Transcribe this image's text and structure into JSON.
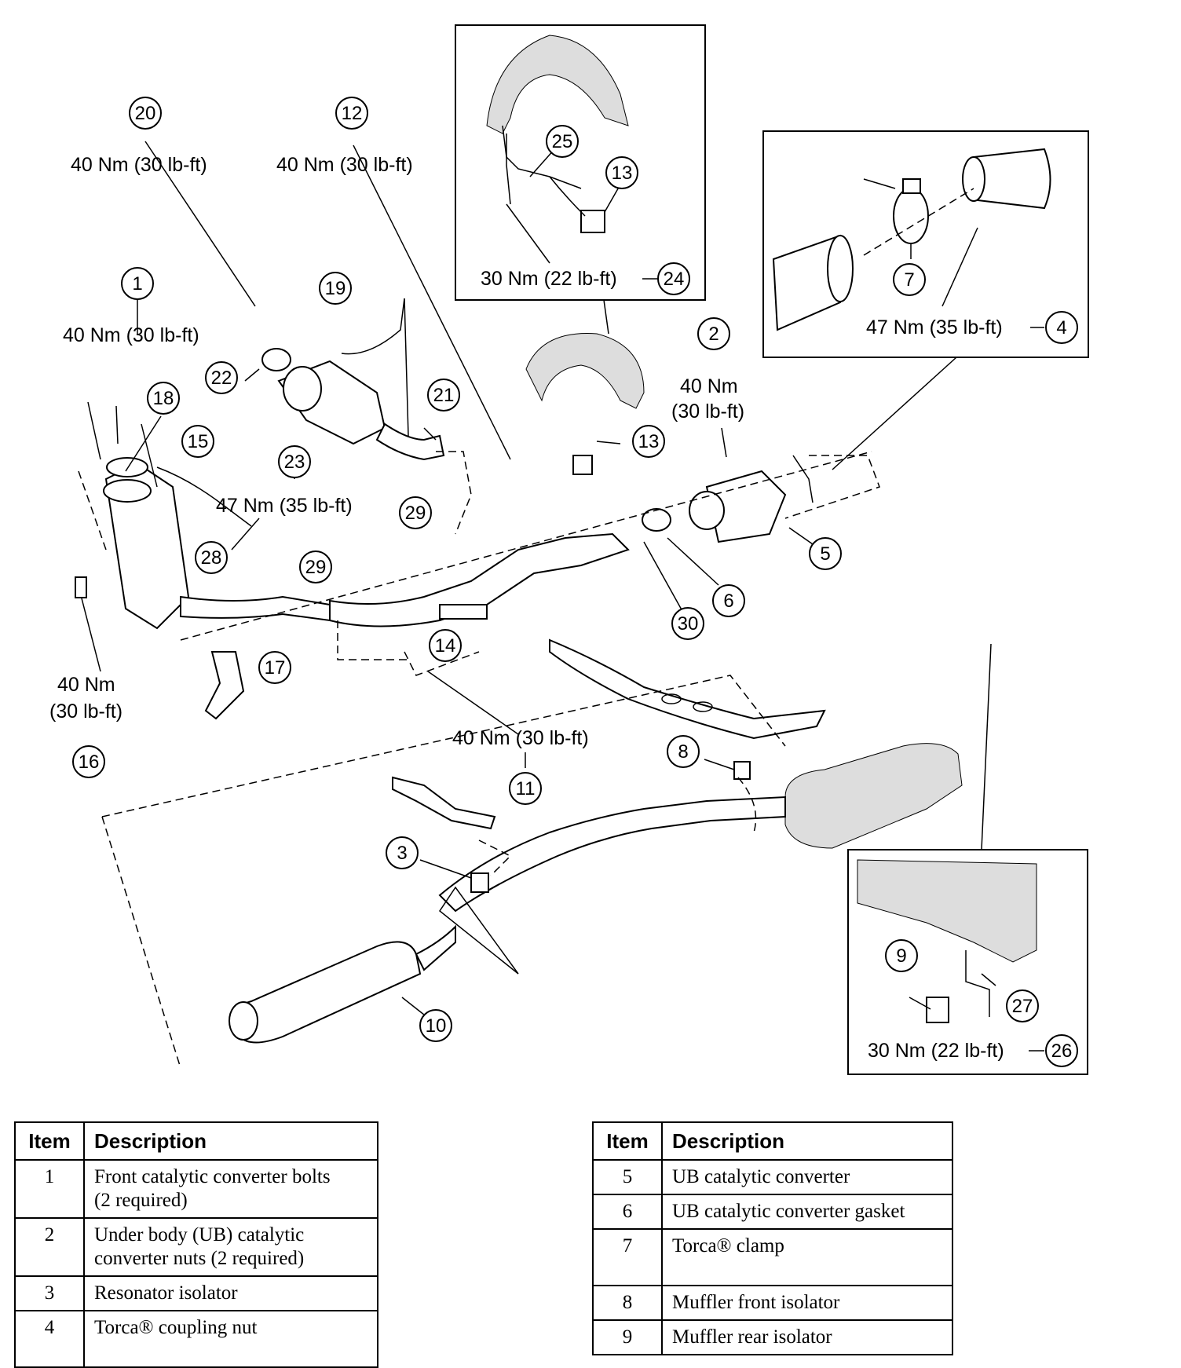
{
  "torque": {
    "t20": "40 Nm (30 lb-ft)",
    "t12": "40 Nm (30 lb-ft)",
    "t1": "40 Nm (30 lb-ft)",
    "t23": "47 Nm (35 lb-ft)",
    "t2a": "40 Nm",
    "t2b": "(30 lb-ft)",
    "t16a": "40 Nm",
    "t16b": "(30 lb-ft)",
    "t11": "40 Nm (30 lb-ft)",
    "t24": "30 Nm (22 lb-ft)",
    "t4": "47 Nm (35 lb-ft)",
    "t26": "30 Nm (22 lb-ft)"
  },
  "callouts": {
    "c1": "1",
    "c2": "2",
    "c3": "3",
    "c4": "4",
    "c5": "5",
    "c6": "6",
    "c7": "7",
    "c8": "8",
    "c9": "9",
    "c10": "10",
    "c11": "11",
    "c12": "12",
    "c13a": "13",
    "c13b": "13",
    "c14": "14",
    "c15": "15",
    "c16": "16",
    "c17": "17",
    "c18": "18",
    "c19": "19",
    "c20": "20",
    "c21": "21",
    "c22": "22",
    "c23": "23",
    "c24": "24",
    "c25": "25",
    "c26": "26",
    "c27": "27",
    "c28": "28",
    "c29a": "29",
    "c29b": "29",
    "c30": "30"
  },
  "legend": {
    "header_item": "Item",
    "header_description": "Description",
    "left_rows": [
      {
        "item": "1",
        "line1": "Front catalytic converter bolts",
        "line2": "(2 required)"
      },
      {
        "item": "2",
        "line1": "Under body (UB) catalytic",
        "line2": "converter nuts (2 required)"
      },
      {
        "item": "3",
        "line1": "Resonator isolator",
        "line2": ""
      },
      {
        "item": "4",
        "line1": "Torca® coupling nut",
        "line2": ""
      }
    ],
    "right_rows": [
      {
        "item": "5",
        "line1": "UB catalytic converter",
        "line2": ""
      },
      {
        "item": "6",
        "line1": "UB catalytic converter gasket",
        "line2": ""
      },
      {
        "item": "7",
        "line1": "Torca® clamp",
        "line2": ""
      },
      {
        "item": "8",
        "line1": "Muffler front isolator",
        "line2": ""
      },
      {
        "item": "9",
        "line1": "Muffler rear isolator",
        "line2": ""
      }
    ]
  }
}
